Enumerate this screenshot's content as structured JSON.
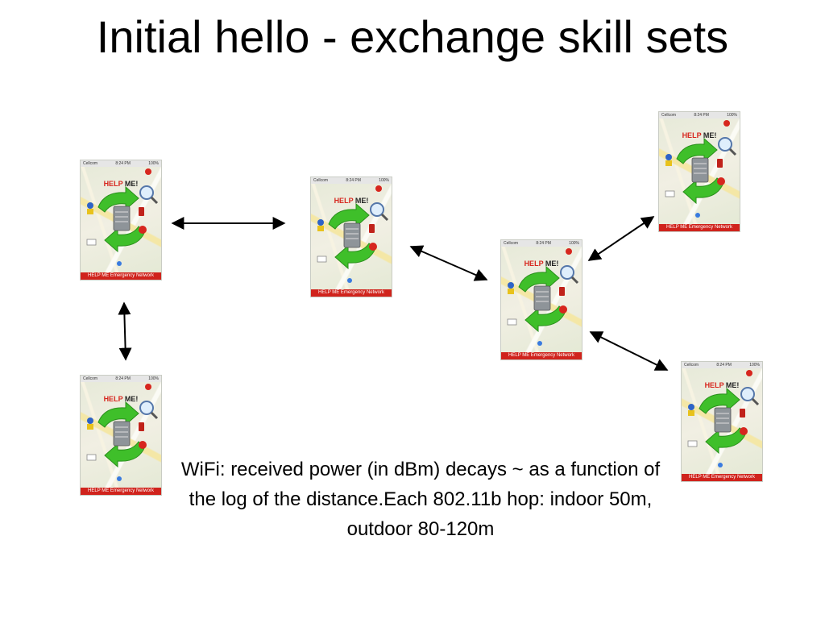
{
  "slide": {
    "title": "Initial hello - exchange skill sets",
    "caption": "WiFi: received power (in dBm) decays ~ as a function of the log of the distance.Each 802.11b hop: indoor 50m, outdoor 80-120m"
  },
  "phone": {
    "carrier": "Cellcom",
    "time": "8:24 PM",
    "battery": "100%",
    "app_title_part1": "HELP",
    "app_title_part2": "ME!",
    "footer": "HELP ME Emergency Network"
  },
  "colors": {
    "help_red": "#d7261e",
    "footer_red": "#d0231c",
    "arrow_green": "#3fbf2a",
    "server_gray": "#8e9499"
  }
}
